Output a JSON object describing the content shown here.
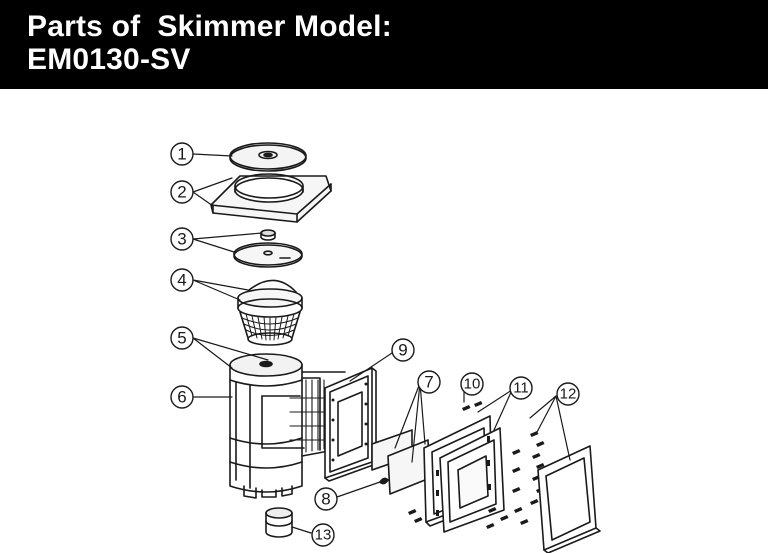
{
  "header": {
    "title_line1": "Parts of  Skimmer Model:",
    "title_line2": "EM0130-SV"
  },
  "callouts": [
    {
      "label": "1"
    },
    {
      "label": "2"
    },
    {
      "label": "3"
    },
    {
      "label": "4"
    },
    {
      "label": "5"
    },
    {
      "label": "6"
    },
    {
      "label": "7"
    },
    {
      "label": "8"
    },
    {
      "label": "9"
    },
    {
      "label": "10"
    },
    {
      "label": "11"
    },
    {
      "label": "12"
    },
    {
      "label": "13"
    }
  ]
}
